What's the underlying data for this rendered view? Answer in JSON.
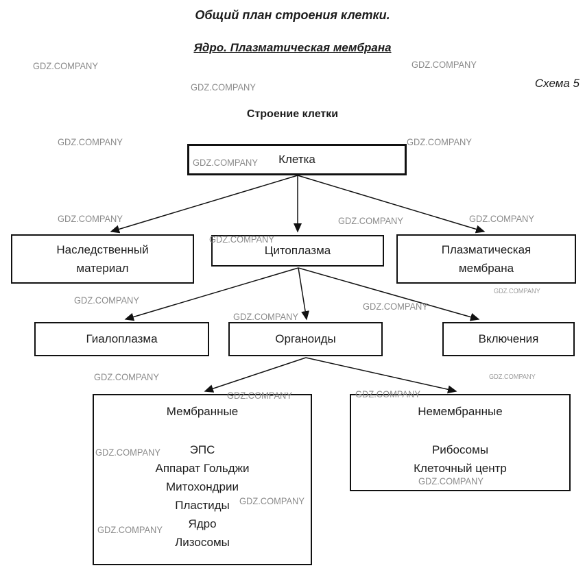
{
  "page": {
    "title_line1": "Общий план строения клетки.",
    "title_line2": "Ядро. Плазматическая мембрана",
    "scheme_label": "Схема 5",
    "diagram_title": "Строение клетки"
  },
  "watermark": {
    "text": "GDZ.COMPANY"
  },
  "nodes": {
    "cell": {
      "label": "Клетка"
    },
    "hereditary": {
      "label": "Наследственный материал"
    },
    "cytoplasm": {
      "label": "Цитоплазма"
    },
    "plasma_membrane": {
      "label": "Плазматическая мембрана"
    },
    "hyaloplasm": {
      "label": "Гиалоплазма"
    },
    "organoids": {
      "label": "Органоиды"
    },
    "inclusions": {
      "label": "Включения"
    },
    "membrane": {
      "label": "Мембранные",
      "items": [
        "ЭПС",
        "Аппарат Гольджи",
        "Митохондрии",
        "Пластиды",
        "Ядро",
        "Лизосомы"
      ]
    },
    "non_membrane": {
      "label": "Немембранные",
      "items": [
        "Рибосомы",
        "Клеточный центр"
      ]
    }
  }
}
